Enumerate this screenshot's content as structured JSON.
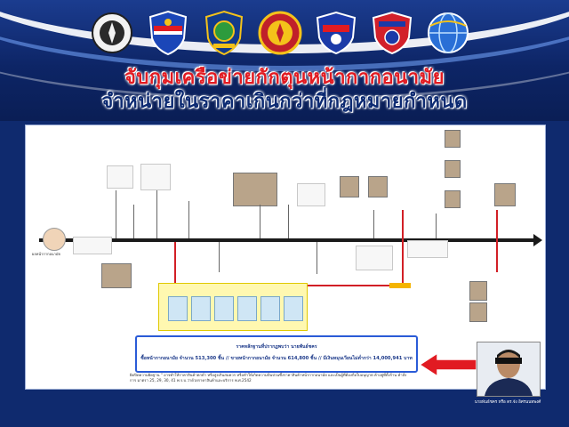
{
  "logos": [
    "crest-emblem",
    "royal-thai-police-shield",
    "police-badge",
    "consumer-protection-seal",
    "police-emblem",
    "police-shield",
    "ccib-globe-logo"
  ],
  "title": {
    "line1": "จับกุมเครือข่ายกักตุนหน้ากากอนามัย",
    "line2": "จำหน่ายในราคาเกินกว่าที่กฎหมายกำหนด"
  },
  "timeline": {
    "start_label": "ผลหน้ากากอนามัย"
  },
  "summary": {
    "line1": "ราคหลักฐานที่ปรากฏพบว่า นายพันธ์ชคร",
    "line2": "ซื้อหน้ากากอนามัย จำนวน 513,300 ชิ้น  //  ขายหน้ากากอนามัย จำนวน 614,800 ชิ้น  //  มีเงินหมุนเวียนไม่ต่ำกว่า 14,000,941 บาท"
  },
  "detail": {
    "text": "ผิดปิดความผิดฐาน \" อาจทำให้ราคาสินค้าตกต่ำ หรือสูงเกินสมควร หรือทำให้เกิดความปั่นป่วนซึ่งราคาสินค้าหน้ากากอนามัย และเป็นผู้ที่ต้องถือใบอนุญาต ค้าอยู่ที่ตั้งร้าน คำสั่งการ มาตรา 25, 29, 30, 41 พ.ร.บ.ว่าด้วยราคาสินค้าและบริการ พ.ศ.2542"
  },
  "suspect": {
    "caption": "นายพันธ์ชคร หรือ ตร.จัง อิศรนนทพงศ์"
  },
  "colors": {
    "banner": "#0d2566",
    "title_red": "#e11b22",
    "title_blue": "#0c2a72",
    "arrow_red": "#e11b22",
    "timeline": "#1a1a1a"
  }
}
